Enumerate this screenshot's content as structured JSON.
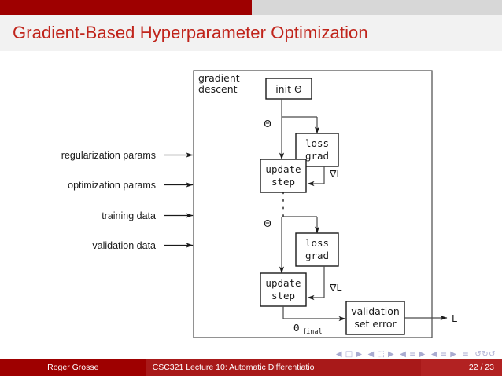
{
  "slide": {
    "title": "Gradient-Based Hyperparameter Optimization",
    "accent_color": "#9e0000",
    "title_color": "#c0241b"
  },
  "diagram": {
    "outer_label_line1": "gradient",
    "outer_label_line2": "descent",
    "inputs": [
      {
        "label": "regularization params"
      },
      {
        "label": "optimization params"
      },
      {
        "label": "training data"
      },
      {
        "label": "validation data"
      }
    ],
    "nodes": {
      "init": "init Θ",
      "loss_grad_line1": "loss",
      "loss_grad_line2": "grad",
      "update_line1": "update",
      "update_line2": "step",
      "validation_line1": "validation",
      "validation_line2": "set error"
    },
    "edge_labels": {
      "theta_top": "Θ",
      "theta_bottom": "Θ",
      "grad_top": "∇L",
      "grad_bottom": "∇L",
      "theta_final_base": "Θ",
      "theta_final_sub": "final",
      "output": "L"
    },
    "ellipsis": "vertical-dotted-line"
  },
  "nav_symbols": [
    "◀ □ ▶",
    "◀ ⬚ ▶",
    "◀ ≡ ▶",
    "◀ ≡ ▶",
    "≡",
    "↺↻↺"
  ],
  "footer": {
    "author": "Roger Grosse",
    "subject": "CSC321 Lecture 10:  Automatic Differentiatio",
    "page": "22 / 23"
  }
}
